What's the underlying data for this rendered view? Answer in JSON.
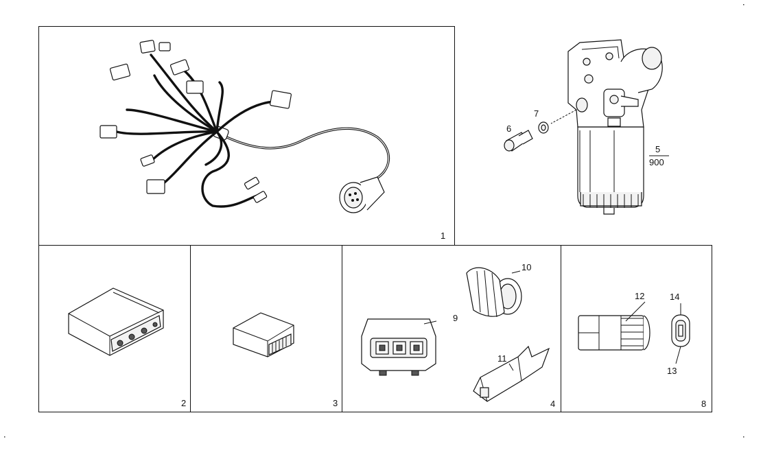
{
  "panels": {
    "p1": {
      "number": "1"
    },
    "p2": {
      "number": "2"
    },
    "p3": {
      "number": "3"
    },
    "p4": {
      "number": "4"
    },
    "p8": {
      "number": "8"
    }
  },
  "callouts": {
    "c5_num": "5",
    "c5_den": "900",
    "c6": "6",
    "c7": "7",
    "c9": "9",
    "c10": "10",
    "c11": "11",
    "c12": "12",
    "c13": "13",
    "c14": "14"
  }
}
